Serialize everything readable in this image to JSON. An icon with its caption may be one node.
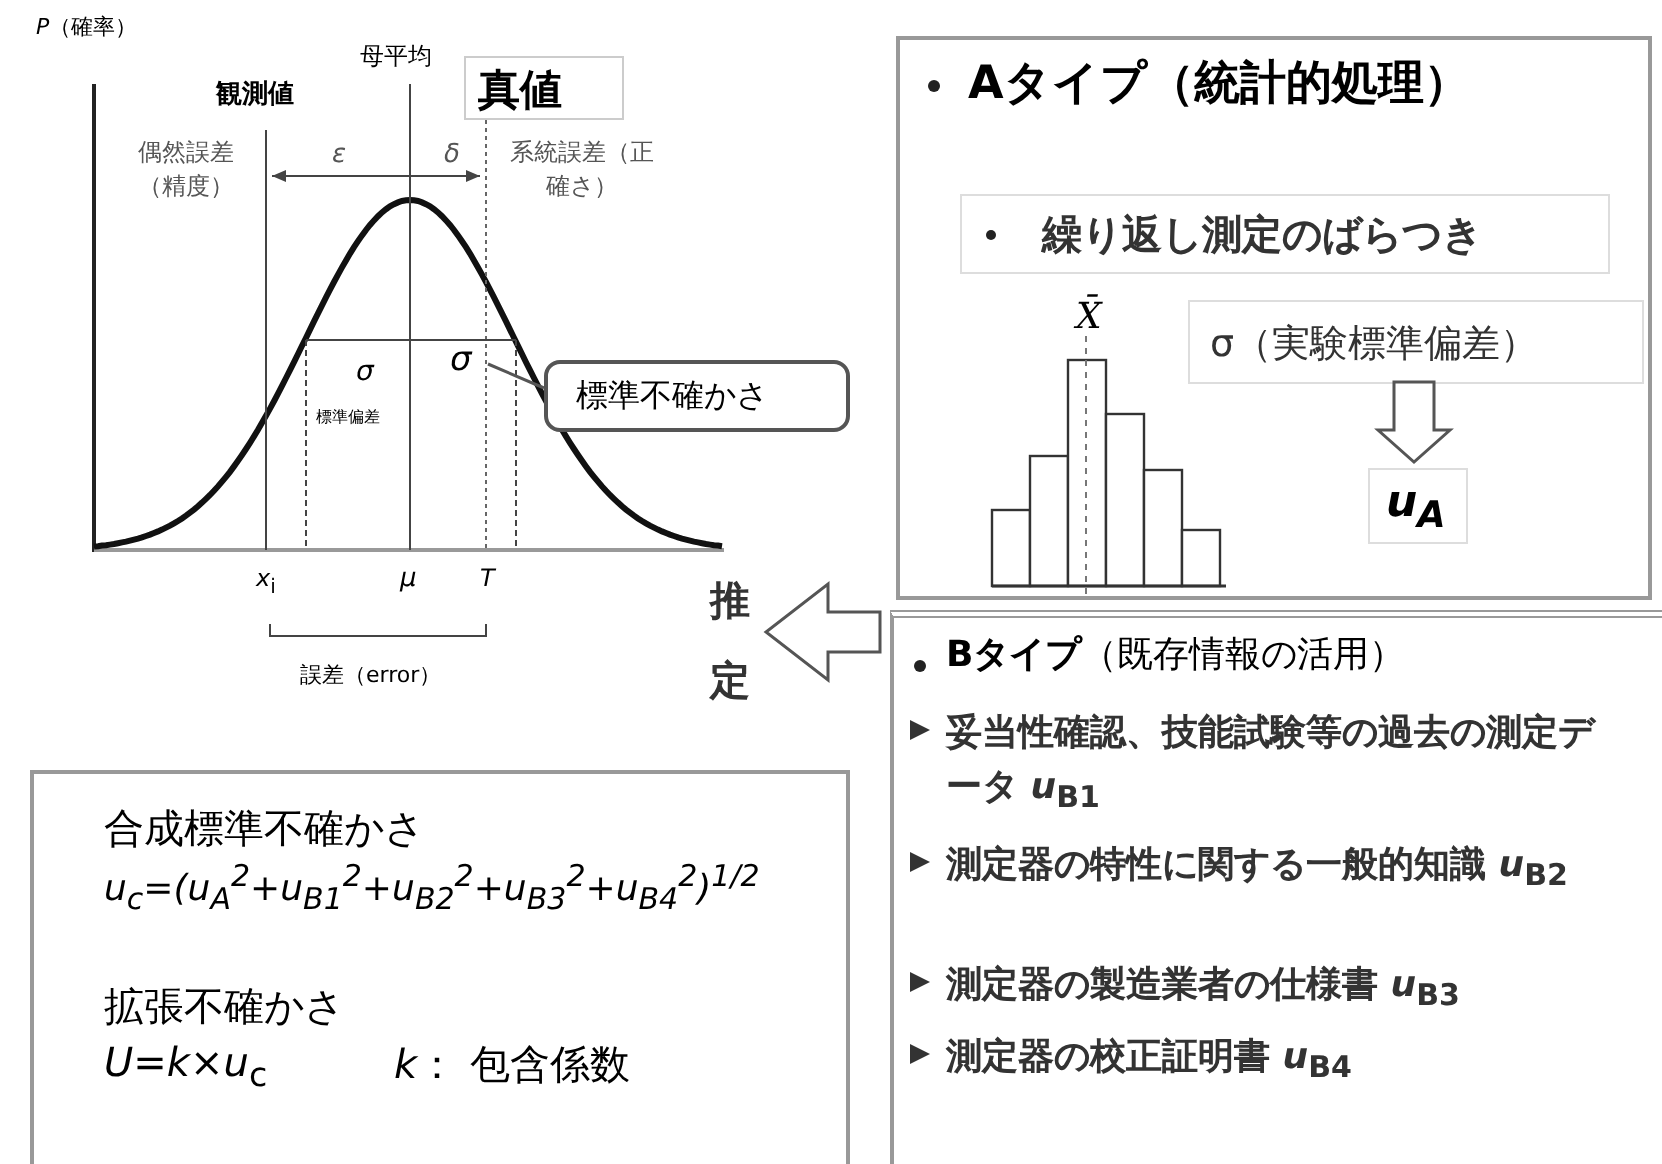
{
  "diagram": {
    "nodes": [
      {
        "text": [],
        "shape": "chart"
      },
      {
        "text": [
          "σ"
        ],
        "in": 0
      },
      {
        "text": [
          "真値"
        ],
        "in": 0
      },
      {
        "text": [
          "標準不確かさ"
        ]
      },
      {
        "text": [
          "Aタイプ（統計的処理）"
        ]
      },
      {
        "text": [
          "繰り返し測定のばらつき"
        ],
        "in": 4
      },
      {
        "text": [
          "σ（実験標準偏差）"
        ],
        "in": 4
      },
      {
        "text": [
          "*u*$_{A}$"
        ],
        "in": 4
      },
      {
        "text": [
          "**Bタイプ**（既存情報の活用）",
          "妥当性確認、技能試験等の過去の測定データ *u*$_{B1}$",
          "測定器の特性に関する一般的知識 *u*$_{B2}$",
          "測定器の製造業者の仕様書 *u*$_{B3}$",
          "測定器の校正証明書 *u*$_{B4}$"
        ]
      },
      {
        "text": [
          "合成標準不確かさ",
          "*u*$_{c}$=(*u*$_{A}$$^{2}$+*u*$_{B1}$$^{2}$+*u*$_{B2}$$^{2}$+*u*$_{B3}$$^{2}$+*u*$_{B4}$$^{2}$)$^{1/2}$",
          "拡張不確かさ",
          "*U*=*k*×*u*$_{c}$",
          "*k*： 包含係数"
        ]
      }
    ],
    "edges": [
      {
        "from": 3,
        "to": 1,
        "arrow": "none"
      },
      {
        "from": null,
        "to": 0,
        "arrow": "to",
        "label": "推定"
      },
      {
        "from": 6,
        "to": 7,
        "arrow": "to"
      }
    ],
    "labels": [
      "*P*（確率）",
      "母平均",
      "観測値",
      "偶然誤差（精度）",
      "ε",
      "δ",
      "系統誤差（正確さ）",
      "σ",
      "標準偏差",
      "*x*$_{i}$",
      "μ",
      "*T*",
      "誤差（error）",
      "X̄"
    ]
  }
}
